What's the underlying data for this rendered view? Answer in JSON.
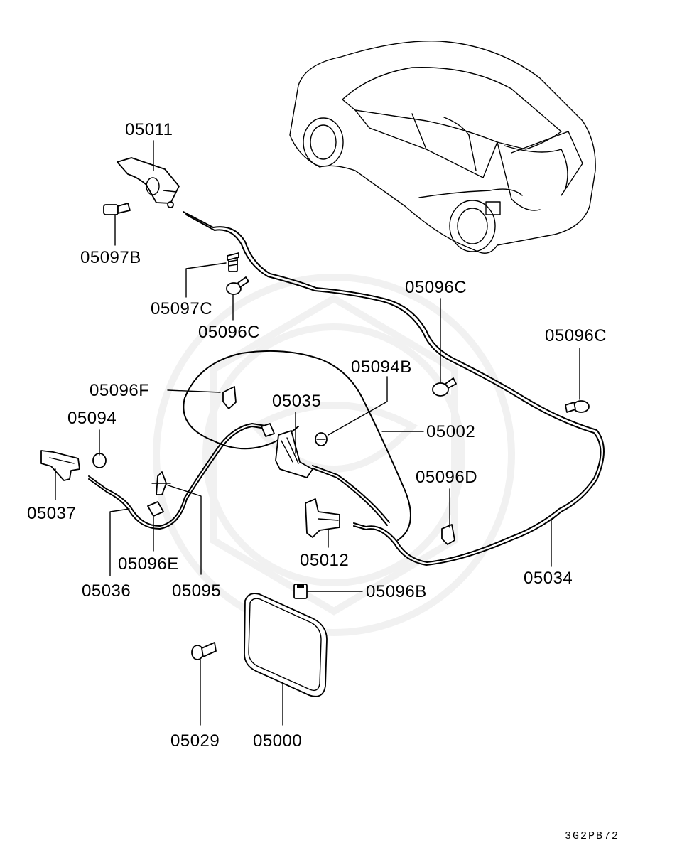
{
  "labels": {
    "p05011": "05011",
    "p05097B": "05097B",
    "p05097C": "05097C",
    "p05096C_a": "05096C",
    "p05096C_b": "05096C",
    "p05096C_c": "05096C",
    "p05094B": "05094B",
    "p05096F": "05096F",
    "p05035": "05035",
    "p05002": "05002",
    "p05094": "05094",
    "p05096D": "05096D",
    "p05037": "05037",
    "p05096E": "05096E",
    "p05012": "05012",
    "p05034": "05034",
    "p05036": "05036",
    "p05095": "05095",
    "p05096B": "05096B",
    "p05029": "05029",
    "p05000": "05000"
  },
  "figure_code": "3G2PB72"
}
